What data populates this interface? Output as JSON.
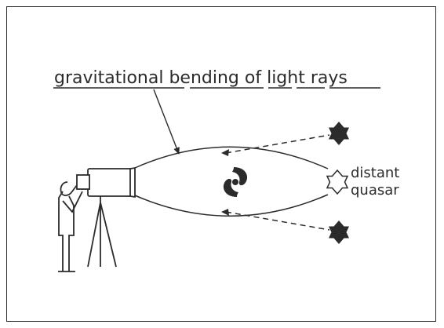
{
  "diagram": {
    "title": "gravitational bending of light rays",
    "quasar_label_line1": "distant",
    "quasar_label_line2": "quasar",
    "colors": {
      "ink": "#2b2b2b",
      "paper": "#ffffff"
    },
    "icons": [
      "telescope-icon",
      "observer-figure",
      "galaxy-icon",
      "quasar-star-icon",
      "image-star-icon"
    ]
  }
}
